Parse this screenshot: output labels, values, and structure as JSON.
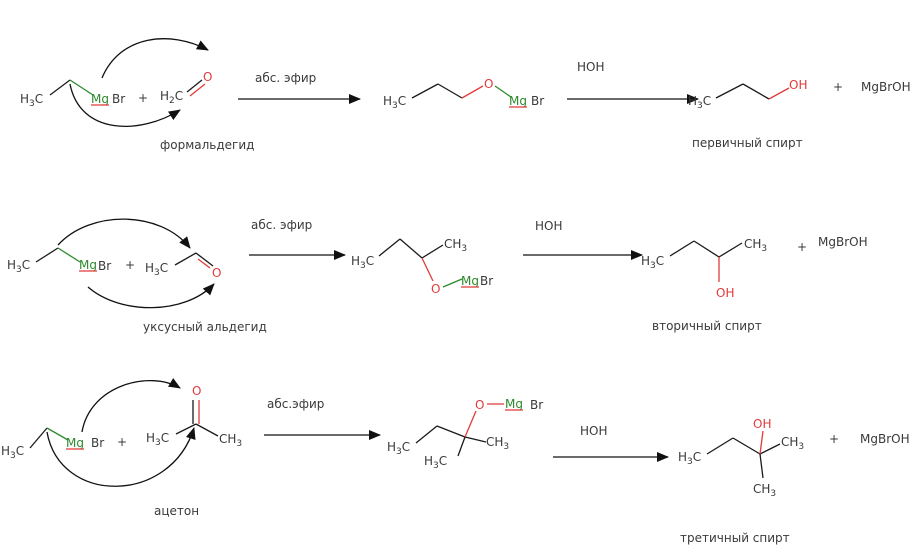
{
  "atoms": {
    "ch3": "CH",
    "h3c": "H",
    "c": "C",
    "sub3": "3",
    "sub2": "2",
    "h2c_h": "H",
    "o": "O",
    "oh": "OH",
    "mg": "Mg",
    "br": "Br"
  },
  "plus": "+",
  "rows": [
    {
      "condition": "абс. эфир",
      "water": "HOH",
      "byproduct": "MgBrOH",
      "reagent_name": "формальдегид",
      "product_name": "первичный спирт"
    },
    {
      "condition": "абс. эфир",
      "water": "HOH",
      "byproduct": "MgBrOH",
      "reagent_name": "уксусный альдегид",
      "product_name": "вторичный спирт"
    },
    {
      "condition": "абс.эфир",
      "water": "HOH",
      "byproduct": "MgBrOH",
      "reagent_name": "ацетон",
      "product_name": "третичный спирт"
    }
  ]
}
